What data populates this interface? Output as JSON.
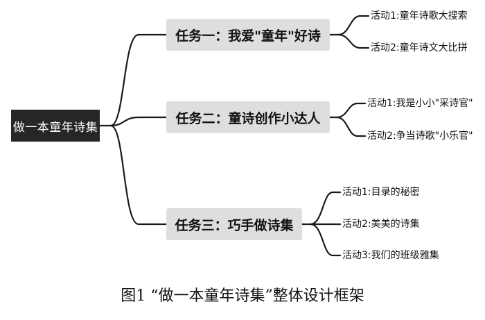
{
  "root": {
    "label": "做一本童年诗集"
  },
  "tasks": [
    {
      "label": "任务一：我爱\"童年\"好诗",
      "activities": [
        "活动1:童年诗歌大搜索",
        "活动2:童年诗文大比拼"
      ]
    },
    {
      "label": "任务二：童诗创作小达人",
      "activities": [
        "活动1:我是小小\"采诗官\"",
        "活动2:争当诗歌\"小乐官\""
      ]
    },
    {
      "label": "任务三：巧手做诗集",
      "activities": [
        "活动1:目录的秘密",
        "活动2:美美的诗集",
        "活动3:我们的班级雅集"
      ]
    }
  ],
  "caption": "图1 “做一本童年诗集”整体设计框架"
}
